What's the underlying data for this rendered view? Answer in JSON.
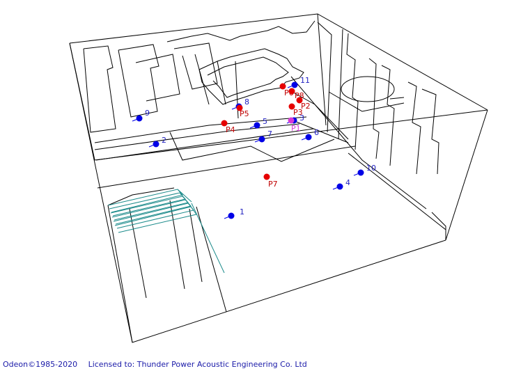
{
  "colors": {
    "receiver": "#0000e6",
    "source": "#e60000",
    "selected_source": "#d63ad6",
    "source_label": "#c00000",
    "receiver_label": "#2020c0",
    "footer_text": "#1a1aa8"
  },
  "receivers": [
    {
      "id": "1",
      "label": "1"
    },
    {
      "id": "2",
      "label": "2"
    },
    {
      "id": "3",
      "label": "3"
    },
    {
      "id": "4",
      "label": "4"
    },
    {
      "id": "5",
      "label": "5"
    },
    {
      "id": "6",
      "label": "6"
    },
    {
      "id": "7",
      "label": "7"
    },
    {
      "id": "8",
      "label": "8"
    },
    {
      "id": "9",
      "label": "9"
    },
    {
      "id": "10",
      "label": "10"
    },
    {
      "id": "11",
      "label": "11"
    }
  ],
  "sources": [
    {
      "id": "P1",
      "label": "P1",
      "selected": true
    },
    {
      "id": "P2",
      "label": "P2"
    },
    {
      "id": "P3",
      "label": "P3"
    },
    {
      "id": "P4",
      "label": "P4"
    },
    {
      "id": "P5",
      "label": "P5"
    },
    {
      "id": "P6",
      "label": "P6"
    },
    {
      "id": "P7",
      "label": "P7"
    },
    {
      "id": "P8",
      "label": "P8"
    }
  ],
  "footer": {
    "copyright": "Odeon©1985-2020",
    "license": "Licensed to: Thunder Power Acoustic Engineering Co. Ltd"
  }
}
